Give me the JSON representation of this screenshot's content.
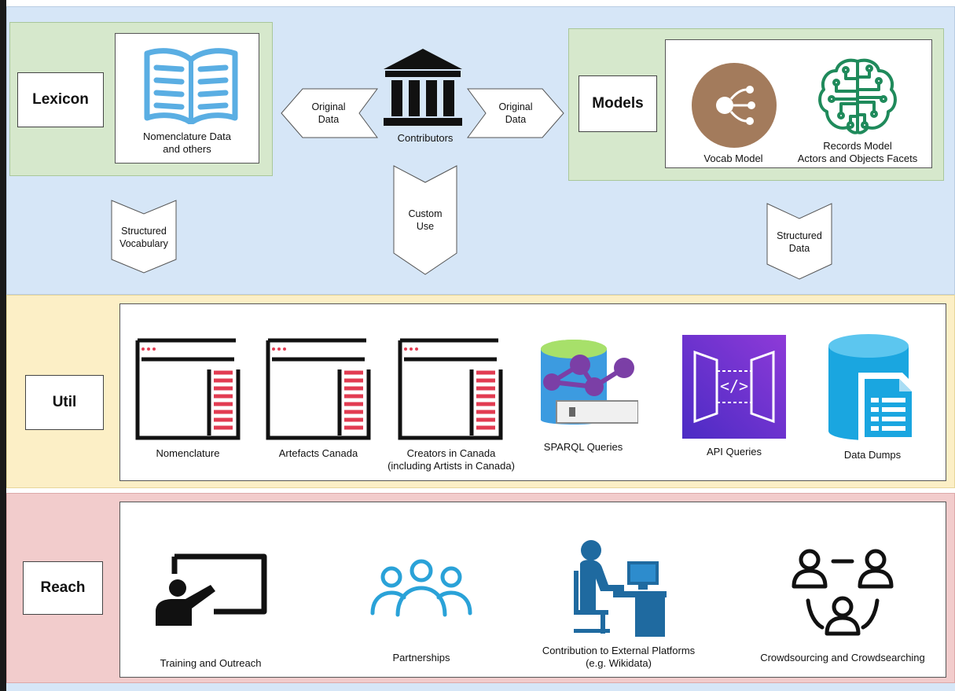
{
  "lexicon": {
    "label": "Lexicon",
    "caption": "Nomenclature Data\nand others"
  },
  "contributors": {
    "caption": "Contributors",
    "arrow_left": "Original\nData",
    "arrow_right": "Original\nData",
    "arrow_down": "Custom\nUse"
  },
  "models": {
    "label": "Models",
    "vocab_caption": "Vocab Model",
    "records_caption": "Records Model\nActors and Objects Facets"
  },
  "flows": {
    "structured_vocabulary": "Structured\nVocabulary",
    "structured_data": "Structured\nData"
  },
  "util": {
    "label": "Util",
    "items": [
      {
        "caption": "Nomenclature"
      },
      {
        "caption": "Artefacts Canada"
      },
      {
        "caption": "Creators in Canada\n(including Artists in Canada)"
      },
      {
        "caption": "SPARQL Queries"
      },
      {
        "caption": "API Queries"
      },
      {
        "caption": "Data Dumps"
      }
    ]
  },
  "reach": {
    "label": "Reach",
    "items": [
      {
        "caption": "Training and Outreach"
      },
      {
        "caption": "Partnerships"
      },
      {
        "caption": "Contribution to External Platforms\n(e.g. Wikidata)"
      },
      {
        "caption": "Crowdsourcing and Crowdsearching"
      }
    ]
  },
  "colors": {
    "top_band": "#d6e6f7",
    "util_band": "#fcefc6",
    "reach_band": "#f2cccc",
    "green_box": "#d6e8cc",
    "book_blue": "#5aaee3",
    "vocab_brown": "#a37b5c",
    "brain_green": "#1f8a5b",
    "browser_red": "#e23c52",
    "sparql_purple": "#7b3fa6",
    "api_purple": "#6a2fd6",
    "db_cyan": "#1aa6e0",
    "reach_blue": "#1f6aa0"
  }
}
